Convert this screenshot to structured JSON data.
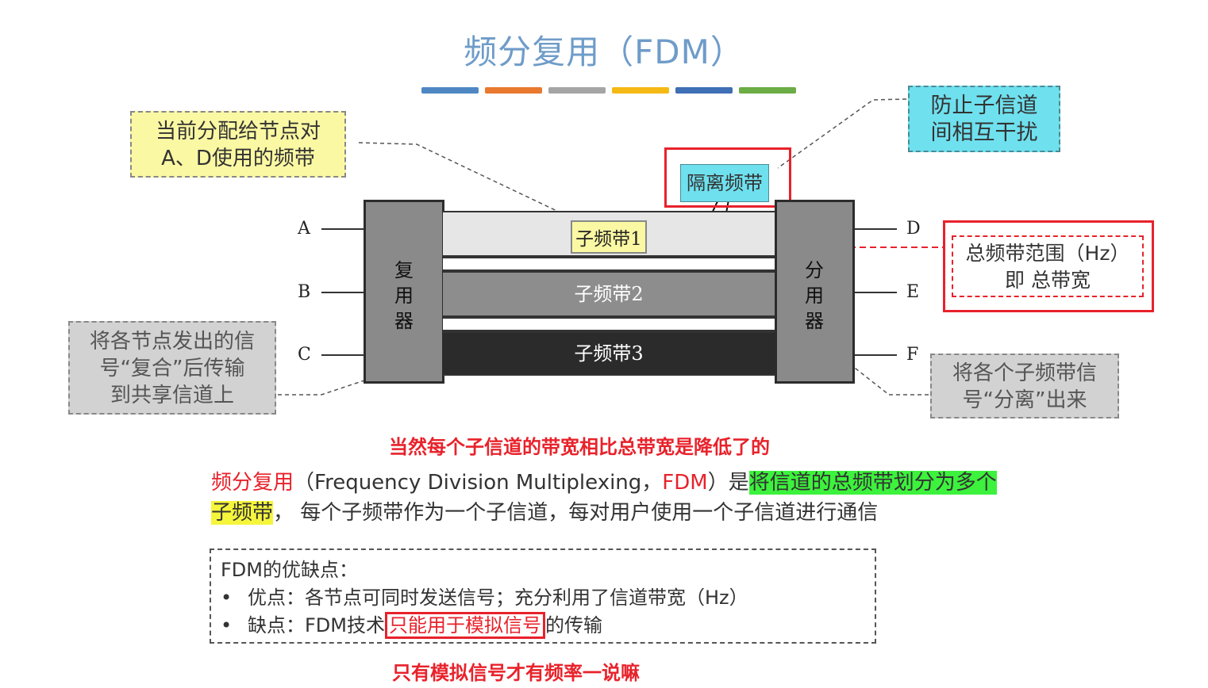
{
  "title": "频分复用（FDM）",
  "color_bars": [
    "#4f87c3",
    "#e8792f",
    "#a5a5a5",
    "#f5b915",
    "#3f6fb4",
    "#6cad45"
  ],
  "callouts": {
    "multiplexer_band": [
      "当前分配给节点对",
      "A、D使用的频带"
    ],
    "guard_purpose": [
      "防止子信道",
      "间相互干扰"
    ],
    "mux_role": [
      "将各节点发出的信",
      "号“复合”后传输",
      "到共享信道上"
    ],
    "demux_role": [
      "将各个子频带信",
      "号“分离”出来"
    ],
    "total_band": [
      "总频带范围（Hz）",
      "即 总带宽"
    ]
  },
  "guard_band_label": "隔离频带",
  "nodes_left": [
    "A",
    "B",
    "C"
  ],
  "nodes_right": [
    "D",
    "E",
    "F"
  ],
  "mux_label": [
    "复",
    "用",
    "器"
  ],
  "demux_label": [
    "分",
    "用",
    "器"
  ],
  "subbands": [
    "子频带1",
    "子频带2",
    "子频带3"
  ],
  "note_bandwidth": "当然每个子信道的带宽相比总带宽是降低了的",
  "definition": {
    "term": "频分复用",
    "paren_open": "（Frequency Division Multiplexing，",
    "abbr": "FDM",
    "paren_close": "）是",
    "highlight_green": "将信道的总频带划分为多个",
    "highlight_yellow": "子频带",
    "rest": "，  每个子频带作为一个子信道，每对用户使用一个子信道进行通信"
  },
  "pros_cons": {
    "heading": "FDM的优缺点：",
    "pro": "优点：各节点可同时发送信号；充分利用了信道带宽（Hz）",
    "con_prefix": "缺点：FDM技术",
    "con_highlight": "只能用于模拟信号",
    "con_suffix": "的传输"
  },
  "note_analog": "只有模拟信号才有频率一说嘛"
}
